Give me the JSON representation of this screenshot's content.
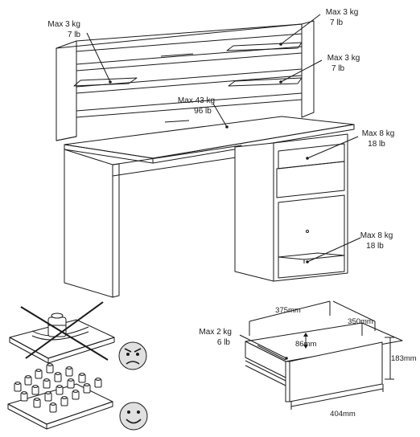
{
  "load_labels": [
    {
      "id": "upper-shelf-left",
      "max": "Max 3 kg",
      "imperial": "7 lb"
    },
    {
      "id": "upper-shelf-right",
      "max": "Max 3 kg",
      "imperial": "7 lb"
    },
    {
      "id": "middle-shelf-right",
      "max": "Max 3 kg",
      "imperial": "7 lb"
    },
    {
      "id": "desktop",
      "max": "Max 43 kg",
      "imperial": "96 lb"
    },
    {
      "id": "drawer",
      "max": "Max 8 kg",
      "imperial": "18 lb"
    },
    {
      "id": "bottom-shelf",
      "max": "Max 8 kg",
      "imperial": "18 lb"
    }
  ],
  "drawer_detail": {
    "load_max": "Max 2 kg",
    "load_imperial": "6 lb",
    "width_inner": "375mm",
    "depth": "350mm",
    "inner_height": "86mm",
    "front_height": "183mm",
    "front_width": "404mm"
  },
  "warnings": {
    "bad_icon": "angry-face-icon",
    "good_icon": "smiling-face-icon"
  }
}
